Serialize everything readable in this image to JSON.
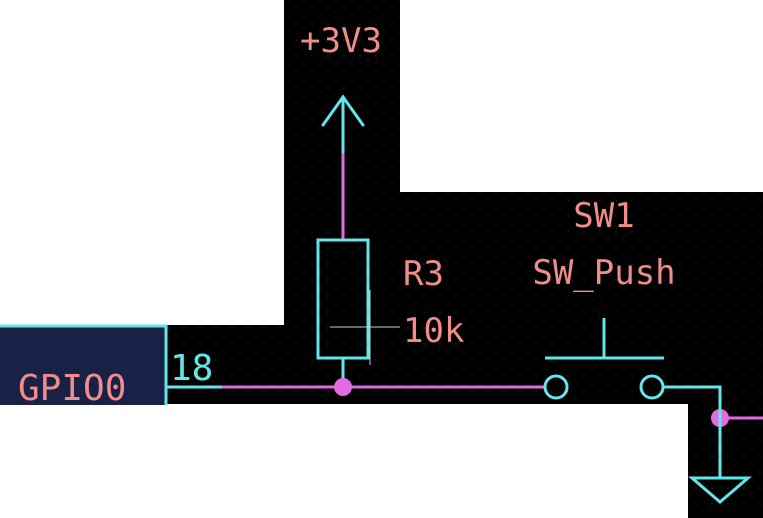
{
  "schematic": {
    "power_symbol": {
      "label": "+3V3"
    },
    "resistor": {
      "reference": "R3",
      "value": "10k"
    },
    "switch": {
      "reference": "SW1",
      "value": "SW_Push"
    },
    "connector": {
      "pin_name": "GPIO0",
      "pin_number": "18"
    },
    "ground_symbol": {
      "label": ""
    }
  },
  "colors": {
    "background": "#000000",
    "outside": "#ffffff",
    "symbol": "#63e6e8",
    "wire": "#e36ae0",
    "junction": "#e36ae0",
    "text": "#f08d8a",
    "connector_body": "#1a2147",
    "grid_dot": "#3a3a3a"
  }
}
